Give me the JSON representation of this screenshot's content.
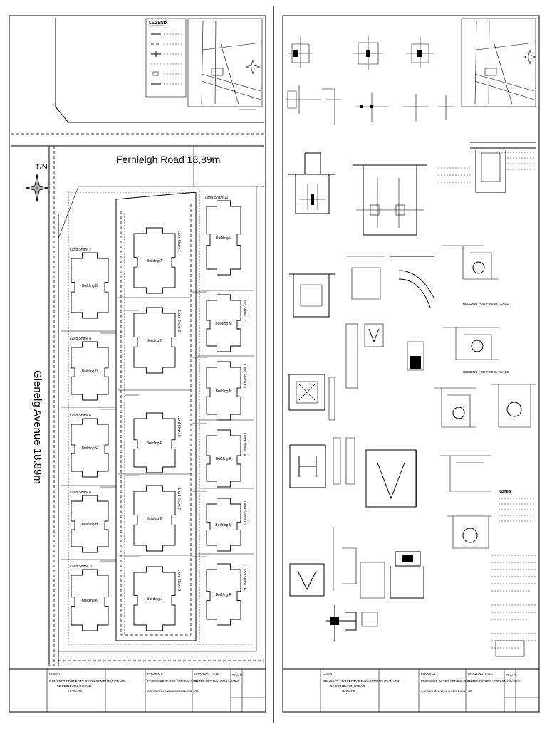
{
  "left_sheet": {
    "legend_title": "LEGEND",
    "north_label": "T/N",
    "road_top": "Fernleigh Road 18,89m",
    "road_left": "Glenelg Avenue 18.89m",
    "blocks": [
      {
        "building": "Building B",
        "stand": "Land Share 2"
      },
      {
        "building": "Building D",
        "stand": "Land Share 4"
      },
      {
        "building": "Building F",
        "stand": "Land Share 6"
      },
      {
        "building": "Building H",
        "stand": "Land Share 8"
      },
      {
        "building": "Building K",
        "stand": "Land Share 10"
      },
      {
        "building": "Building A",
        "stand": "Land Share 1"
      },
      {
        "building": "Building C",
        "stand": "Land Share 3"
      },
      {
        "building": "Building E",
        "stand": "Land Share 5"
      },
      {
        "building": "Building G",
        "stand": "Land Share 7"
      },
      {
        "building": "Building J",
        "stand": "Land Share 9"
      },
      {
        "building": "Building L",
        "stand": "Land Share 11"
      },
      {
        "building": "Building M",
        "stand": "Land Share 12"
      },
      {
        "building": "Building N",
        "stand": "Land Share 13"
      },
      {
        "building": "Building P",
        "stand": "Land Share 14"
      },
      {
        "building": "Building Q",
        "stand": "Land Share 15"
      },
      {
        "building": "Building R",
        "stand": "Land Share 16"
      }
    ]
  },
  "title_block": {
    "client_heading": "CLIENT",
    "client_name": "CONCEPT PROPERTY DEVELOPMENT (PVT) LTD",
    "client_address": "52 EDINBURGH ROAD",
    "client_city": "HARARE",
    "project_heading": "PROJECT",
    "project_name": "PROPOSED WATER RETICULATION",
    "project_location": "CORNER GLENELG & FERNLEIGH RD",
    "drawing_heading": "DRAWING TITLE",
    "left_drawing_title": "WATER RETICULATION LAYOUT",
    "right_drawing_title": "WATER RETICULATION STANDARDS",
    "scale_heading": "SCALE"
  },
  "right_sheet": {
    "pipe_trench_label": "BEDDING FOR PIPE IN CLASS",
    "notes_heading": "NOTES"
  }
}
